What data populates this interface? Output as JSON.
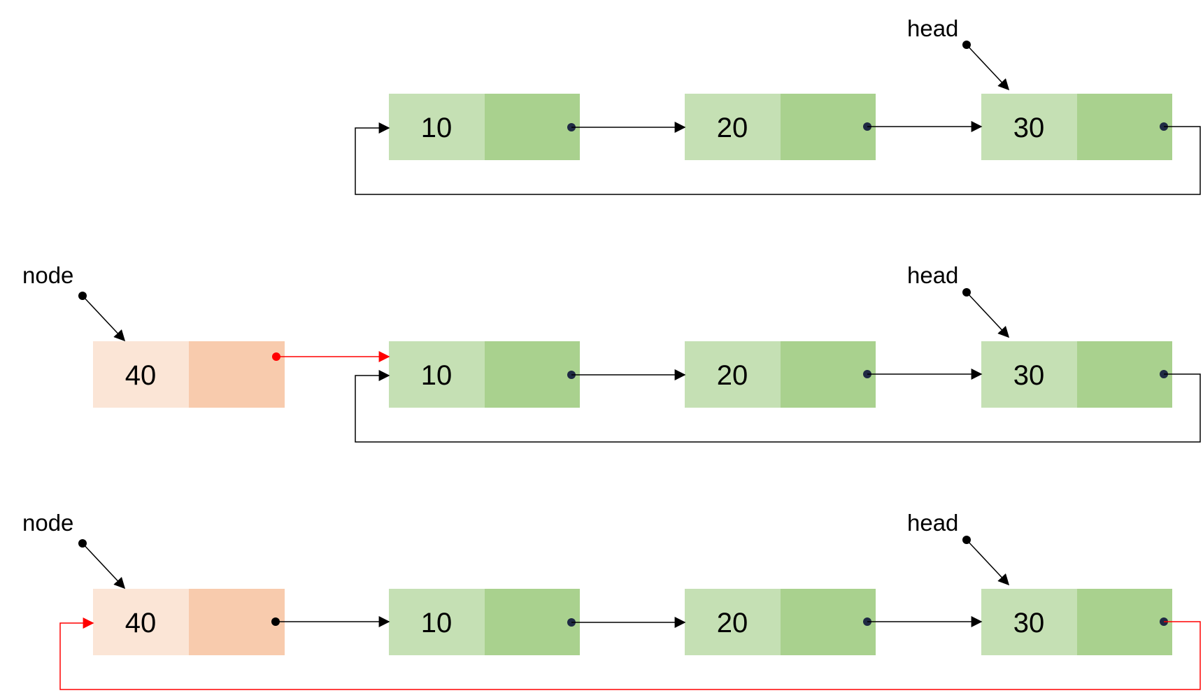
{
  "colors": {
    "existing_data": "#c5e0b4",
    "existing_next": "#a9d18e",
    "new_data": "#fbe5d6",
    "new_next": "#f8cbad",
    "link": "#000000",
    "new_link": "#ff0000",
    "pointer_dot": "#1f2a44"
  },
  "rows": [
    {
      "step": 1,
      "labels": {
        "head": "head"
      },
      "nodes": [
        {
          "value": "10",
          "style": "existing"
        },
        {
          "value": "20",
          "style": "existing"
        },
        {
          "value": "30",
          "style": "existing",
          "pointer": "head"
        }
      ],
      "last_links_to": "10"
    },
    {
      "step": 2,
      "labels": {
        "node": "node",
        "head": "head"
      },
      "nodes": [
        {
          "value": "40",
          "style": "new",
          "pointer": "node",
          "next": "10"
        },
        {
          "value": "10",
          "style": "existing"
        },
        {
          "value": "20",
          "style": "existing"
        },
        {
          "value": "30",
          "style": "existing",
          "pointer": "head"
        }
      ],
      "last_links_to": "10"
    },
    {
      "step": 3,
      "labels": {
        "node": "node",
        "head": "head"
      },
      "nodes": [
        {
          "value": "40",
          "style": "new",
          "pointer": "node"
        },
        {
          "value": "10",
          "style": "existing"
        },
        {
          "value": "20",
          "style": "existing"
        },
        {
          "value": "30",
          "style": "existing",
          "pointer": "head"
        }
      ],
      "last_links_to": "40"
    }
  ]
}
